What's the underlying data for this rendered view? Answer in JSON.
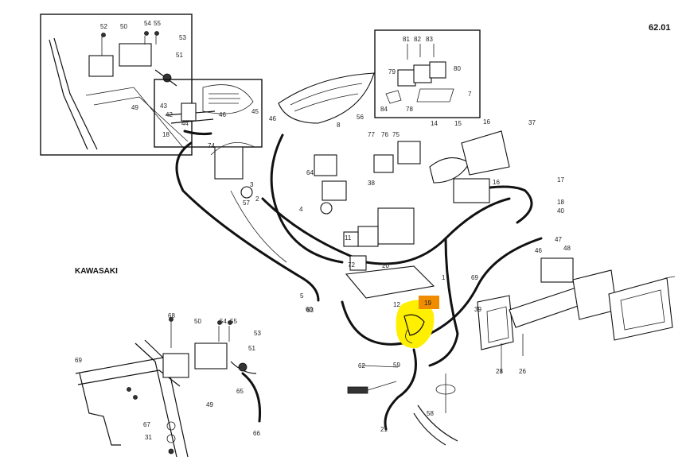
{
  "page_number": "62.01",
  "brand_label": "KAWASAKI",
  "highlight": {
    "label": "19",
    "color": "#ffef00",
    "tag_color": "#f08c00"
  },
  "callouts": {
    "box1": [
      "52",
      "50",
      "54",
      "55",
      "53",
      "51",
      "49"
    ],
    "box2": [
      "43",
      "42",
      "44",
      "45",
      "46",
      "18",
      "74"
    ],
    "box3": [
      "81",
      "82",
      "83",
      "79",
      "80",
      "84",
      "7",
      "78"
    ],
    "seat": [
      "56"
    ],
    "center": [
      "16",
      "46",
      "8",
      "77",
      "76",
      "75",
      "14",
      "15",
      "16",
      "37",
      "17",
      "18",
      "40",
      "4",
      "11",
      "72",
      "20",
      "12",
      "5",
      "48",
      "47",
      "39",
      "46",
      "69",
      "63",
      "28",
      "26",
      "21",
      "62",
      "59",
      "60",
      "58",
      "38",
      "64",
      "3",
      "2",
      "57",
      "1"
    ],
    "bottom_left": [
      "68",
      "50",
      "54",
      "55",
      "53",
      "51",
      "69",
      "49",
      "67",
      "31",
      "65",
      "66"
    ]
  }
}
